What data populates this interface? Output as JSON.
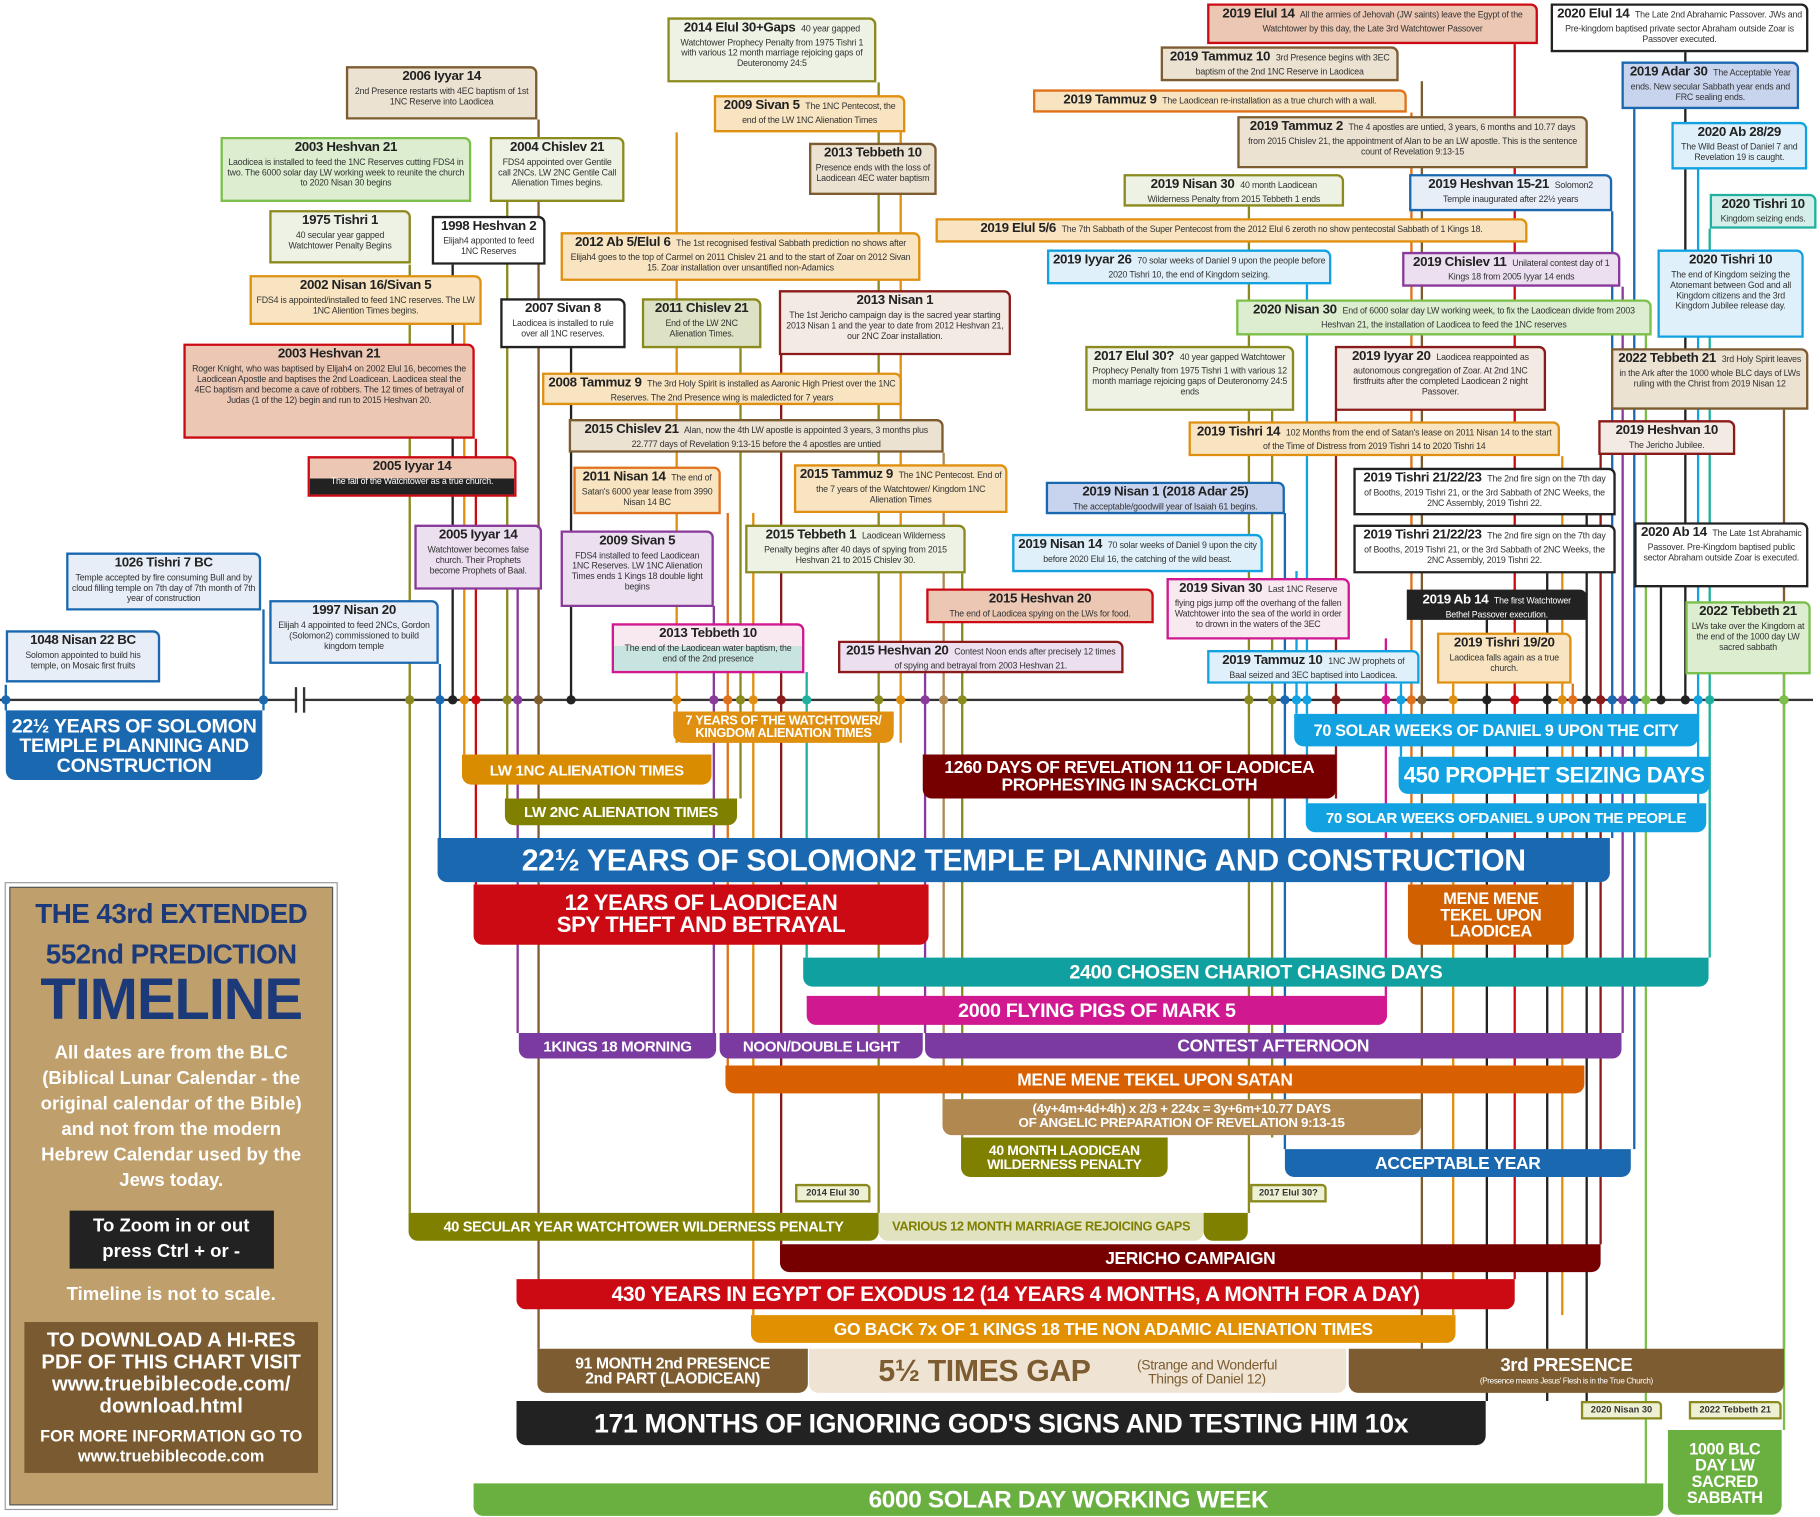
{
  "title_panel": {
    "heading_line1": "THE 43rd EXTENDED",
    "heading_line2": "552nd PREDICTION",
    "heading_big": "TIMELINE",
    "description": "All dates are from the BLC (Biblical Lunar Calendar - the original calendar of the Bible) and not from the modern Hebrew Calendar used by the Jews today.",
    "zoom_hint": "To Zoom in or out press Ctrl + or -",
    "scale_note": "Timeline is not to scale.",
    "download_text": "TO DOWNLOAD A HI-RES PDF OF THIS CHART VISIT www.truebiblecode.com/ download.html",
    "info_text": "FOR MORE INFORMATION GO TO www.truebiblecode.com"
  },
  "events": [
    {
      "title": "2014 Elul 30+Gaps",
      "text": "40 year gapped Watchtower Prophecy Penalty from 1975 Tishri 1 with various 12 month marriage rejoicing gaps of Deuteronomy 24:5"
    },
    {
      "title": "2006 Iyyar 14",
      "text": "2nd Presence restarts with 4EC baptism of 1st 1NC Reserve into Laodicea"
    },
    {
      "title": "2009 Sivan 5",
      "text": "The 1NC Pentecost, the end of the LW 1NC Alienation Times"
    },
    {
      "title": "2013 Tebbeth 10",
      "text": "Presence ends with the loss of Laodicean 4EC water baptism"
    },
    {
      "title": "2003 Heshvan 21",
      "text": "Laodicea is installed to feed the 1NC Reserves cutting FDS4 in two. The 6000 solar day LW working week to reunite the church to 2020 Nisan 30 begins"
    },
    {
      "title": "2004 Chislev 21",
      "text": "FDS4 appointed over Gentile call 2NCs. LW 2NC Gentile Call Alienation Times begins."
    },
    {
      "title": "1975 Tishri 1",
      "text": "40 secular year gapped Watchtower Penalty Begins"
    },
    {
      "title": "1998 Heshvan 2",
      "text": "Elijah4 apponted to feed 1NC Reserves"
    },
    {
      "title": "2002 Nisan 16/Sivan 5",
      "text": "FDS4 is appointed/installed to feed 1NC reserves. The LW 1NC Aliention Times begins."
    },
    {
      "title": "2012 Ab 5/Elul 6",
      "text": "The 1st recognised festival Sabbath prediction no shows after Elijah4 goes to the top of Carmel on 2011 Chislev 21 and to the start of Zoar on 2012 Sivan 15. Zoar installation over unsantified non-Adamics"
    },
    {
      "title": "2007 Sivan 8",
      "text": "Laodicea is installed to rule over all 1NC reserves."
    },
    {
      "title": "2011 Chislev 21",
      "text": "End of the LW 2NC Alienation Times."
    },
    {
      "title": "2013 Nisan 1",
      "text": "The 1st Jericho campaign day is the sacred year starting 2013 Nisan 1 and the year to date from 2012 Heshvan 21, our 2NC Zoar installation."
    },
    {
      "title": "2003 Heshvan 21",
      "text": "Roger Knight, who was baptised by Elijah4 on 2002 Elul 16, becomes the Laodicean Apostle and baptises the 2nd Loadicean. Laodicea steal the 4EC baptism and become a cave of robbers. The 12 times of betrayal of Judas (1 of the 12) begin and run to 2015 Heshvan 20."
    },
    {
      "title": "2008 Tammuz 9",
      "text": "The 3rd Holy Spirit is installed as Aaronic High Priest over the 1NC Reserves. The 2nd Presence wing is maledicted for 7 years"
    },
    {
      "title": "2015 Chislev 21",
      "text": "Alan, now the 4th LW apostle is appointed 3 years, 3 months plus 22.777 days of Revelation 9:13-15 before the 4 apostles are untied"
    },
    {
      "title": "2005 Iyyar 14",
      "text": "The fall of the Watchtower as a true church."
    },
    {
      "title": "2011 Nisan 14",
      "text": "The end of Satan's 6000 year lease from 3990 Nisan 14 BC"
    },
    {
      "title": "2015 Tammuz 9",
      "text": "The 1NC Pentecost. End of the 7 years of the Watchtower/ Kingdom 1NC Alienation Times"
    },
    {
      "title": "2005 Iyyar 14",
      "text": "Watchtower becomes false church. Their Prophets become Prophets of Baal."
    },
    {
      "title": "2009 Sivan 5",
      "text": "FDS4 installed to feed Laodicean 1NC Reserves. LW 1NC Alienation Times ends 1 Kings 18 double light begins"
    },
    {
      "title": "2015 Tebbeth 1",
      "text": "Laodicean Wilderness Penalty begins after 40 days of spying from 2015 Heshvan 21 to 2015 Chislev 30."
    },
    {
      "title": "1026 Tishri 7 BC",
      "text": "Temple accepted by fire consuming Bull and by cloud filling temple on 7th day of 7th month of 7th year of construction"
    },
    {
      "title": "1997 Nisan 20",
      "text": "Elijah 4 appointed to feed 2NCs, Gordon (Solomon2) commissioned to build kingdom temple"
    },
    {
      "title": "1048 Nisan 22 BC",
      "text": "Solomon appointed to build his temple, on Mosaic first fruits"
    },
    {
      "title": "2013 Tebbeth 10",
      "text": "The end of the Laodicean water baptism, the end of the 2nd presence"
    },
    {
      "title": "2015 Heshvan 20",
      "text": "The end of Laodicea spying on the LWs for food."
    },
    {
      "title": "2015 Heshvan 20",
      "text": "Contest Noon ends after precisely 12 times of spying and betrayal from 2003 Heshvan 21."
    },
    {
      "title": "2019 Elul 14",
      "text": "All the armies of Jehovah (JW saints) leave the Egypt of the Watchtower by this day, the Late 3rd Watchtower Passover"
    },
    {
      "title": "2020 Elul 14",
      "text": "The Late 2nd Abrahamic Passover. JWs and Pre-kingdom baptised private sector Abraham outside Zoar is Passover executed."
    },
    {
      "title": "2019 Tammuz 10",
      "text": "3rd Presence begins with 3EC baptism of the 2nd 1NC Reserve in Laodicea"
    },
    {
      "title": "2019 Tammuz 9",
      "text": "The Laodicean re-installation as a true church with a wall."
    },
    {
      "title": "2019 Adar 30",
      "text": "The Acceptable Year ends. New secular Sabbath year ends and FRC sealing ends."
    },
    {
      "title": "2019 Tammuz 2",
      "text": "The 4 apostles are untied, 3 years, 6 months and 10.77 days from 2015 Chislev 21, the appointment of Alan to be an LW apostle. This is the sentence count of Revelation 9:13-15"
    },
    {
      "title": "2020 Ab 28/29",
      "text": "The Wild Beast of Daniel 7 and Revelation 19 is caught."
    },
    {
      "title": "2019 Nisan 30",
      "text": "40 month Laodicean Wilderness Penalty from 2015 Tebbeth 1 ends"
    },
    {
      "title": "2019 Heshvan 15-21",
      "text": "Solomon2 Temple inaugurated after 22½ years"
    },
    {
      "title": "2020 Tishri 10",
      "text": "Kingdom seizing ends."
    },
    {
      "title": "2019 Elul 5/6",
      "text": "The 7th Sabbath of the Super Pentecost from the 2012 Elul 6 zeroth no show pentecostal Sabbath of 1 Kings 18."
    },
    {
      "title": "2019 Iyyar 26",
      "text": "70 solar weeks of Daniel 9 upon the people before 2020 Tishri 10, the end of Kingdom seizing."
    },
    {
      "title": "2019 Chislev 11",
      "text": "Unilateral contest day of 1 Kings 18 from 2005 Iyyar 14 ends"
    },
    {
      "title": "2020 Tishri 10",
      "text": "The end of Kingdom seizing the Atonemant between God and all Kingdom citizens and the 3rd Kingdom Jubilee release day."
    },
    {
      "title": "2020 Nisan 30",
      "text": "End of 6000 solar day LW working week, to fix the Laodicean divide from 2003 Heshvan 21, the installation of Laodicea to feed the 1NC reserves"
    },
    {
      "title": "2017 Elul 30?",
      "text": "40 year gapped Watchtower Prophecy Penalty from 1975 Tishri 1 with various 12 month marriage rejoicing gaps of Deuteronomy 24:5 ends"
    },
    {
      "title": "2019 Iyyar 20",
      "text": "Laodicea reappointed as autonomous congregation of Zoar. At 2nd 1NC firstfruits after the completed Laodicean 2 night Passover."
    },
    {
      "title": "2022 Tebbeth 21",
      "text": "3rd Holy Spirit leaves in the Ark after the 1000 whole BLC days of LWs ruling with the Christ from 2019 Nisan 12"
    },
    {
      "title": "2019 Tishri 14",
      "text": "102 Months from the end of Satan's lease on 2011 Nisan 14 to the start of the Time of Distress from 2019 Tishri 14 to 2020 Tishri 14"
    },
    {
      "title": "2019 Heshvan 10",
      "text": "The Jericho Jubilee."
    },
    {
      "title": "2019 Nisan 1 (2018 Adar 25)",
      "text": "The acceptable/goodwill year of Isaiah 61 begins."
    },
    {
      "title": "2019 Tishri 21/22/23",
      "text": "The 2nd fire sign on the 7th day of Booths, 2019 Tishri 21, or the 3rd Sabbath of 2NC Weeks, the 2NC Assembly, 2019 Tishri 22."
    },
    {
      "title": "2019 Tishri 21/22/23",
      "text": "The 2nd fire sign on the 7th day of Booths, 2019 Tishri 21, or the 3rd Sabbath of 2NC Weeks, the 2NC Assembly, 2019 Tishri 22."
    },
    {
      "title": "2019 Nisan 14",
      "text": "70 solar weeks of Daniel 9 upon the city before 2020 Elul 16, the catching of the wild beast."
    },
    {
      "title": "2020 Ab 14",
      "text": "The Late 1st Abrahamic Passover. Pre-Kingdom baptised public sector Abraham outside Zoar is executed."
    },
    {
      "title": "2019 Sivan 30",
      "text": "Last 1NC Reserve flying pigs jump off the overhang of the fallen Watchtower into the sea of the world in order to drown in the waters of the 3EC"
    },
    {
      "title": "2019 Ab 14",
      "text": "The first Watchtower Bethel Passover execution."
    },
    {
      "title": "2019 Tammuz 10",
      "text": "1NC JW prophets of Baal seized and 3EC baptised into Laodicea."
    },
    {
      "title": "2019 Tishri 19/20",
      "text": "Laodicea falls again as a true church."
    },
    {
      "title": "2022 Tebbeth 21",
      "text": "LWs take over the Kingdom at the end of the 1000 day LW sacred sabbath"
    }
  ],
  "periods": [
    {
      "label": "22½ YEARS OF SOLOMON\nTEMPLE PLANNING AND\nCONSTRUCTION"
    },
    {
      "label": "7 YEARS OF THE WATCHTOWER/\nKINGDOM ALIENATION TIMES"
    },
    {
      "label": "LW 1NC ALIENATION TIMES"
    },
    {
      "label": "1260 DAYS OF REVELATION 11 OF  LAODICEA\nPROPHESYING IN SACKCLOTH"
    },
    {
      "label": "70 SOLAR WEEKS OF DANIEL 9 UPON THE CITY"
    },
    {
      "label": "450 PROPHET SEIZING DAYS"
    },
    {
      "label": "LW 2NC ALIENATION TIMES"
    },
    {
      "label": "70 SOLAR WEEKS OFDANIEL 9 UPON THE PEOPLE"
    },
    {
      "label": "22½ YEARS OF SOLOMON2 TEMPLE PLANNING AND CONSTRUCTION"
    },
    {
      "label": "12 YEARS OF LAODICEAN\nSPY THEFT AND BETRAYAL"
    },
    {
      "label": "MENE MENE\nTEKEL UPON\nLAODICEA"
    },
    {
      "label": "2400 CHOSEN CHARIOT CHASING DAYS"
    },
    {
      "label": "2000 FLYING PIGS OF MARK 5"
    },
    {
      "label": "1KINGS 18 MORNING"
    },
    {
      "label": "NOON/DOUBLE LIGHT"
    },
    {
      "label": "CONTEST AFTERNOON"
    },
    {
      "label": "MENE MENE TEKEL UPON SATAN"
    },
    {
      "label": "(4y+4m+4d+4h) x 2/3 + 224x = 3y+6m+10.77 DAYS\nOF ANGELIC PREPARATION OF REVELATION 9:13-15"
    },
    {
      "label": "40 MONTH LAODICEAN\nWILDERNESS PENALTY"
    },
    {
      "label": "ACCEPTABLE YEAR"
    },
    {
      "label": "40 SECULAR YEAR WATCHTOWER WILDERNESS PENALTY"
    },
    {
      "label": "VARIOUS 12 MONTH MARRIAGE REJOICING GAPS"
    },
    {
      "label": ""
    },
    {
      "label": "JERICHO CAMPAIGN"
    },
    {
      "label": "430 YEARS IN EGYPT OF EXODUS 12 (14 YEARS 4 MONTHS, A MONTH FOR A DAY)"
    },
    {
      "label": "GO BACK 7x OF 1 KINGS 18 THE NON ADAMIC ALIENATION TIMES"
    },
    {
      "label": "91 MONTH 2nd PRESENCE\n2nd PART (LAODICEAN)"
    },
    {
      "label": "5½ TIMES GAP",
      "sub": "(Strange and Wonderful\nThings of Daniel 12)"
    },
    {
      "label": "3rd PRESENCE",
      "sub": "(Presence means Jesus' Flesh is in the True Church)"
    },
    {
      "label": "171 MONTHS OF IGNORING GOD'S SIGNS AND TESTING HIM 10x"
    },
    {
      "label": "6000 SOLAR DAY WORKING WEEK"
    },
    {
      "label": "1000 BLC\nDAY LW\nSACRED\nSABBATH"
    }
  ],
  "tags": [
    "2014 Elul 30",
    "2017 Elul 30?",
    "2020 Nisan 30",
    "2022 Tebbeth 21"
  ],
  "colors": {
    "blue": "#1a68b0",
    "lightblue": "#12a2e2",
    "orange": "#e09010",
    "red": "#cc0a14",
    "darkred": "#760000",
    "olive": "#7f7f00",
    "green": "#6ab040",
    "brown": "#7c5c30",
    "purple": "#7a3aa0",
    "magenta": "#d01890",
    "teal": "#10a0a0",
    "navy": "#1c3a7a"
  }
}
